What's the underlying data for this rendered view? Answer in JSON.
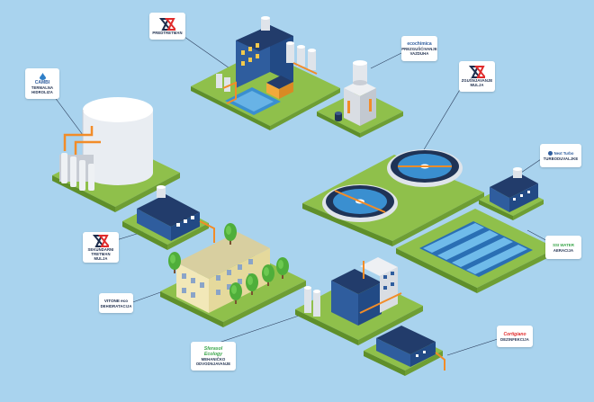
{
  "palette": {
    "background": "#a9d3ee",
    "ground": "#8fc04b",
    "ground_side": "#5f8f2a",
    "pipe": "#f28c28",
    "building_blue": "#2f5d9e",
    "roof": "#223c6b",
    "water": "#3a8fd0",
    "tree": "#4fae3a",
    "label_text": "#1c2c4c",
    "accent_red": "#e02b2b"
  },
  "callouts": [
    {
      "id": "predtretman",
      "logo_icon": "zz-logo-icon",
      "brand": "",
      "label": "PREDTRETMAN"
    },
    {
      "id": "ecochimica",
      "logo_icon": "ecochimica-logo-icon",
      "brand": "ecochimica",
      "label": "PREZGUŠĆIVANJE\nVAZDUHA"
    },
    {
      "id": "cambi",
      "logo_icon": "water-drop-icon",
      "brand": "CAMBI",
      "label": "TERMALNA\nHIDROLIZA"
    },
    {
      "id": "zgusnjavanje",
      "logo_icon": "zz-logo-icon",
      "brand": "",
      "label": "ZGUŠNJAVANJE\nMULJA"
    },
    {
      "id": "turboduvaljke",
      "logo_icon": "dot-logo-icon",
      "brand": "Next Turbo",
      "label": "TURBODUVALJKE"
    },
    {
      "id": "aeracija",
      "logo_icon": "ssi-logo-icon",
      "brand": "SSI WATER",
      "label": "AERACIJA"
    },
    {
      "id": "sekundarni",
      "logo_icon": "zz-logo-icon",
      "brand": "",
      "label": "SEKUNDARNI\nTRETMAN MULJA"
    },
    {
      "id": "vitone",
      "logo_icon": "text-logo-icon",
      "brand": "VITONE eco",
      "label": "DEHIDRATACIJA"
    },
    {
      "id": "sferasol",
      "logo_icon": "text-logo-icon",
      "brand": "Sferasol\nEcology",
      "label": "MEHANIČKO\nODVODNJAVANJE"
    },
    {
      "id": "cortigiano",
      "logo_icon": "red-logo-icon",
      "brand": "Cortigiano",
      "label": "DEZINFEKCIJA"
    }
  ]
}
